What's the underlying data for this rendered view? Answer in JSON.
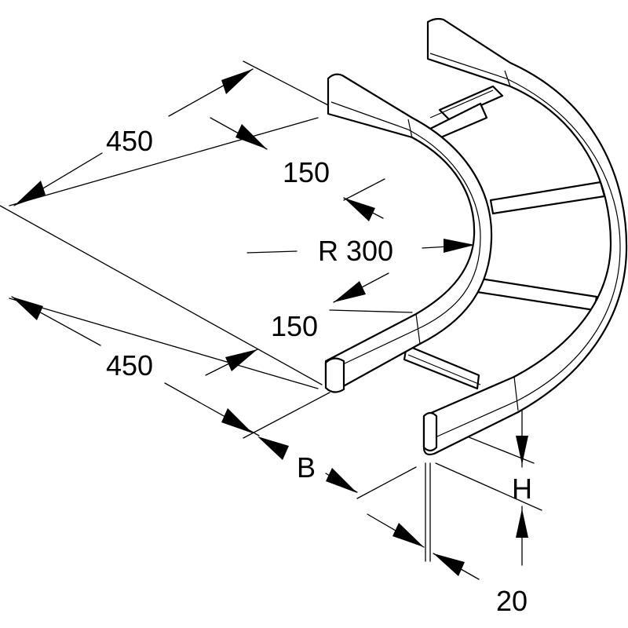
{
  "labels": {
    "length_top": "450",
    "length_bottom": "450",
    "straight_top": "150",
    "straight_bottom": "150",
    "radius": "R 300",
    "width": "B",
    "height": "H",
    "rail_width": "20"
  },
  "colors": {
    "line": "#000000",
    "background": "#ffffff"
  }
}
